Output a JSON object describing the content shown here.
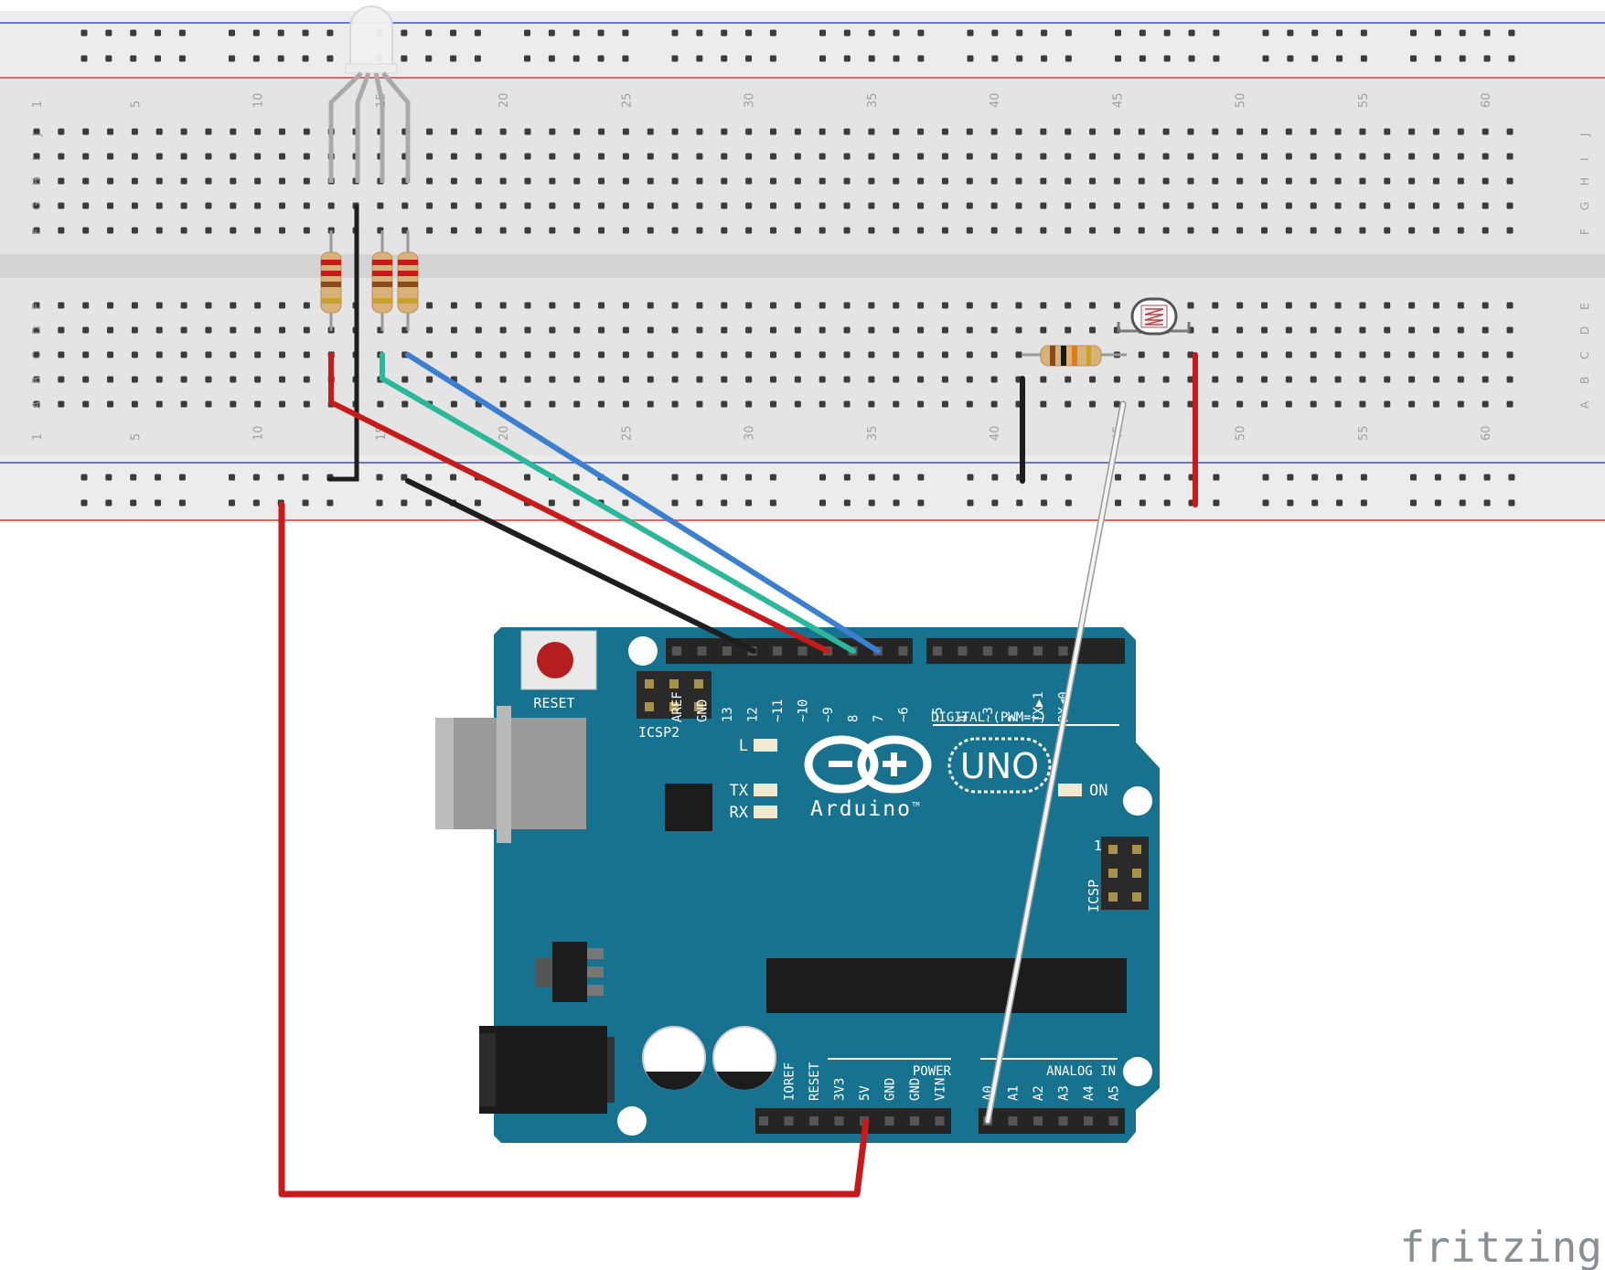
{
  "breadboard": {
    "column_numbers": [
      "1",
      "5",
      "10",
      "15",
      "20",
      "25",
      "30",
      "35",
      "40",
      "45",
      "50",
      "55",
      "60"
    ],
    "top_row_letters": [
      "J",
      "I",
      "H",
      "G",
      "F"
    ],
    "bottom_row_letters": [
      "E",
      "D",
      "C",
      "B",
      "A"
    ]
  },
  "arduino": {
    "logo_text": "Arduino",
    "logo_tm": "TM",
    "model": "UNO",
    "reset_label": "RESET",
    "icsp2_label": "ICSP2",
    "icsp_label": "ICSP",
    "icsp_pin1": "1",
    "digital_header_label": "DIGITAL (PWM=~)",
    "digital_pins": [
      "AREF",
      "GND",
      "13",
      "12",
      "~11",
      "~10",
      "~9",
      "8",
      "7",
      "~6",
      "~5",
      "4",
      "~3",
      "2",
      "TX▶1",
      "RX◀0"
    ],
    "led_labels": [
      "L",
      "TX",
      "RX"
    ],
    "on_label": "ON",
    "power_header_label": "POWER",
    "power_pins": [
      "IOREF",
      "RESET",
      "3V3",
      "5V",
      "GND",
      "GND",
      "VIN"
    ],
    "analog_header_label": "ANALOG IN",
    "analog_pins": [
      "A0",
      "A1",
      "A2",
      "A3",
      "A4",
      "A5"
    ]
  },
  "colors": {
    "board_blue": "#17728f",
    "breadboard_gray": "#e4e4e4",
    "wire_red": "#c81a1a",
    "wire_black": "#1e1e1e",
    "wire_blue": "#3a7fd0",
    "wire_teal": "#2ab89a",
    "wire_white": "#e8e8e8"
  },
  "watermark": "fritzing"
}
